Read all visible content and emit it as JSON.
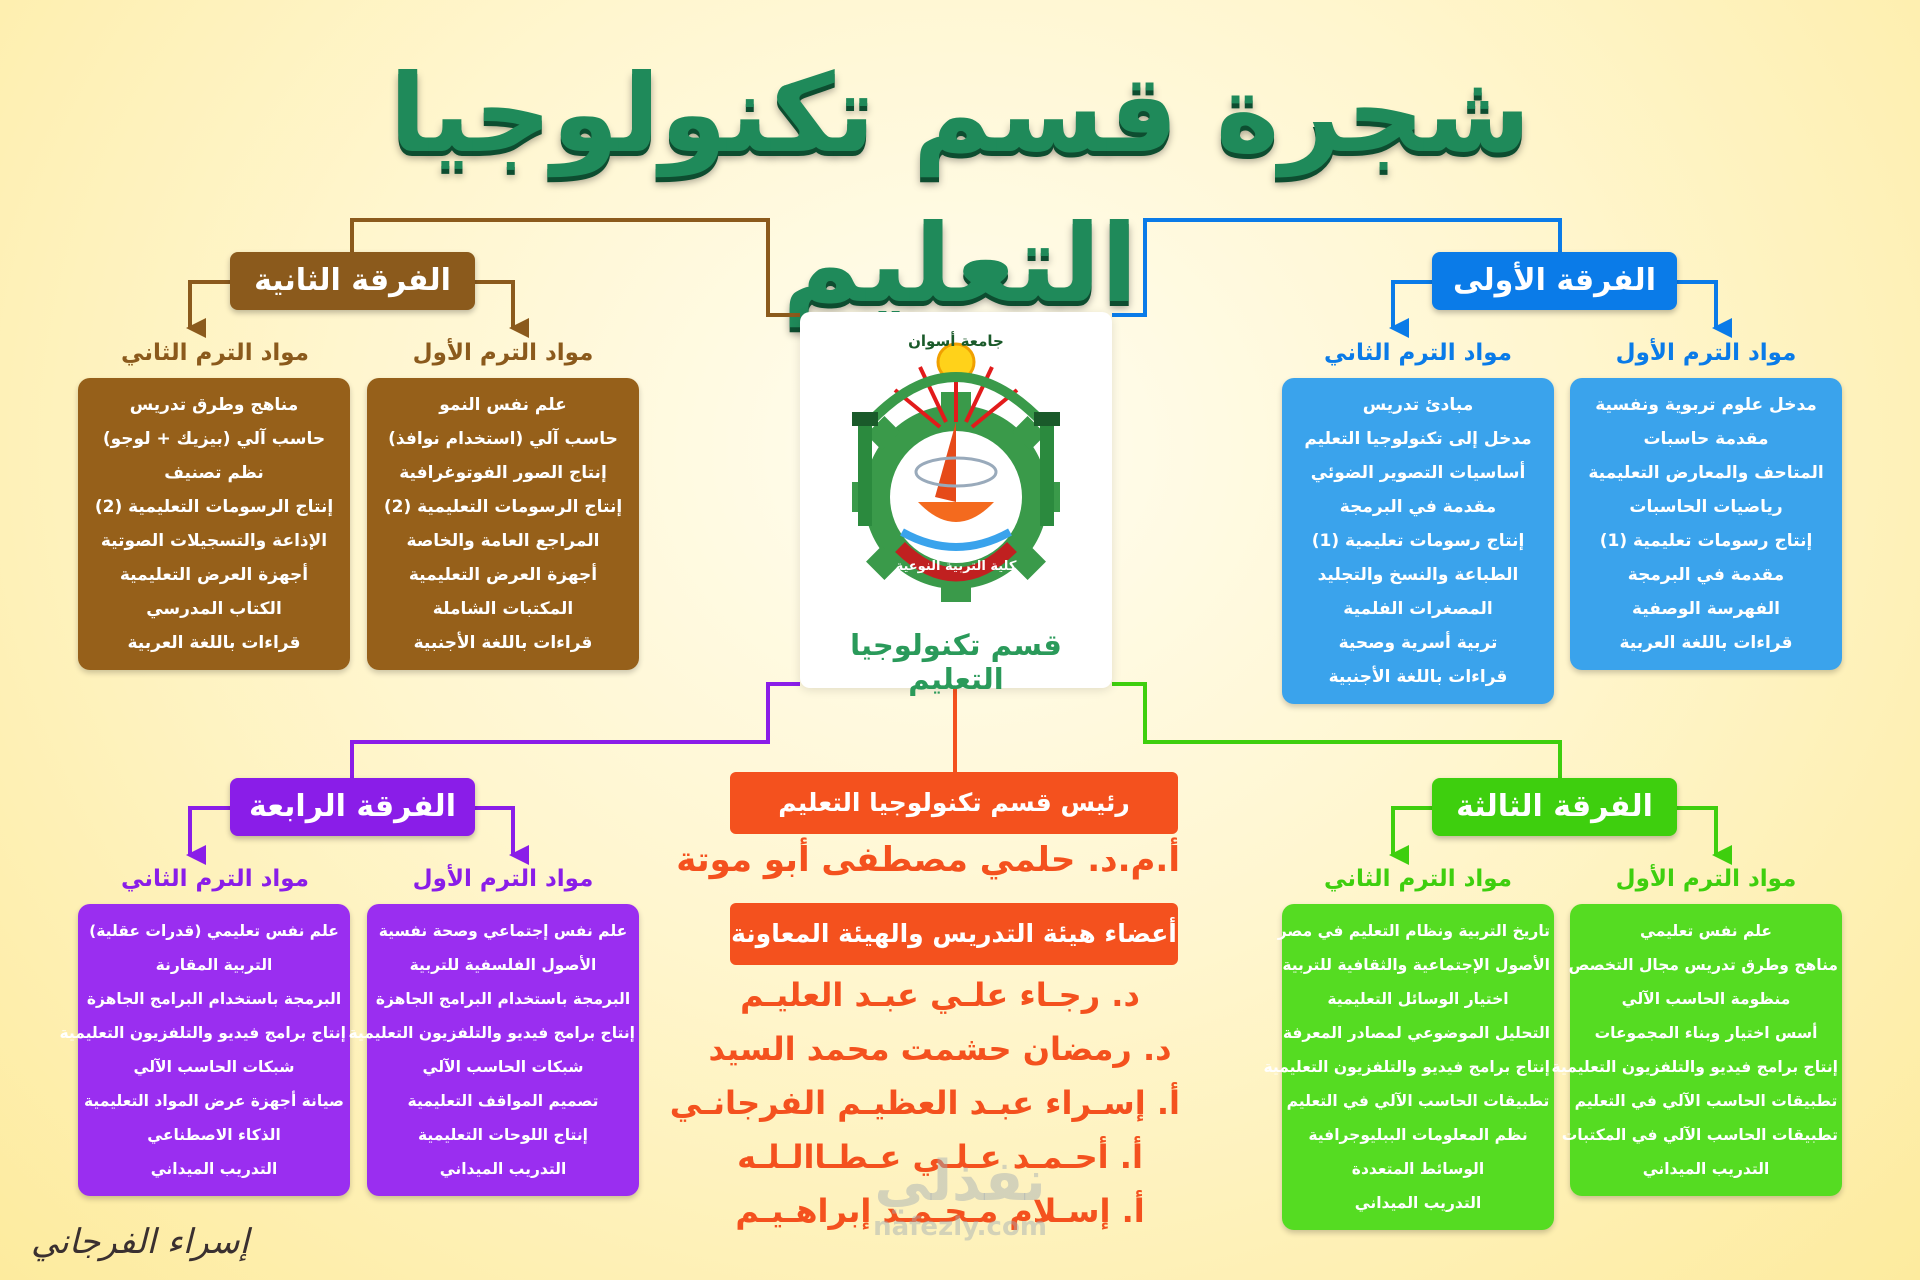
{
  "title": "شجرة قسم تكنولوجيا التعليم",
  "center": {
    "logo_text": "جامعة أسوان",
    "logo_subtext": "كلية التربية النوعية",
    "dept_label": "قسم تكنولوجيا التعليم"
  },
  "head": {
    "label": "رئيس قسم تكنولوجيا التعليم",
    "name": "أ.م.د. حلمي مصطفى أبو موتة"
  },
  "staff": {
    "label": "أعضاء هيئة التدريس والهيئة المعاونة",
    "members": [
      "د. رجـاء علـي عبـد العليـم",
      "د. رمضان حشمت محمد السيد",
      "أ. إسـراء عبـد العظيـم الفرجانـي",
      "أ. أحـمـد عـلـي عـطـاالـلـه",
      "أ. إسـلام مـحـمـد إبراهـيـم"
    ]
  },
  "levels": {
    "first": {
      "label": "الفرقة الأولى",
      "color": "#0a7be8",
      "term1_label": "مواد الترم الأول",
      "term2_label": "مواد الترم الثاني",
      "term1": [
        "مدخل علوم تربوية ونفسية",
        "مقدمة حاسبات",
        "المتاحف والمعارض التعليمية",
        "رياضيات الحاسبات",
        "إنتاج رسومات تعليمية (1)",
        "مقدمة في البرمجة",
        "الفهرسة الوصفية",
        "قراءات باللغة العربية"
      ],
      "term2": [
        "مبادئ تدريس",
        "مدخل إلى تكنولوجيا التعليم",
        "أساسيات التصوير الضوئي",
        "مقدمة في البرمجة",
        "إنتاج رسومات تعليمية (1)",
        "الطباعة والنسخ والتجليد",
        "المصغرات الفلمية",
        "تربية أسرية وصحية",
        "قراءات باللغة الأجنبية"
      ]
    },
    "second": {
      "label": "الفرقة الثانية",
      "color": "#8b5a1c",
      "term1_label": "مواد الترم الأول",
      "term2_label": "مواد الترم الثاني",
      "term1": [
        "علم نفس النمو",
        "حاسب آلي (استخدام نوافذ)",
        "إنتاج الصور الفوتوغرافية",
        "إنتاج الرسومات التعليمية (2)",
        "المراجع العامة والخاصة",
        "أجهزة العرض التعليمية",
        "المكتبات الشاملة",
        "قراءات باللغة الأجنبية"
      ],
      "term2": [
        "مناهج وطرق تدريس",
        "حاسب آلي (بيزيك + لوجو)",
        "نظم تصنيف",
        "إنتاج الرسومات التعليمية (2)",
        "الإذاعة والتسجيلات الصوتية",
        "أجهزة العرض التعليمية",
        "الكتاب المدرسي",
        "قراءات باللغة العربية"
      ]
    },
    "third": {
      "label": "الفرقة الثالثة",
      "color": "#3ecf0e",
      "term1_label": "مواد الترم الأول",
      "term2_label": "مواد الترم الثاني",
      "term1": [
        "علم نفس تعليمي",
        "مناهج وطرق تدريس مجال التخصص",
        "منظومة الحاسب الآلي",
        "أسس اختيار وبناء المجموعات",
        "إنتاج برامج فيديو والتلفزيون التعليمية",
        "تطبيقات الحاسب الآلي في التعليم",
        "تطبيقات الحاسب الآلي في المكتبات",
        "التدريب الميداني"
      ],
      "term2": [
        "تاريخ التربية ونظام التعليم في مصر",
        "الأصول الإجتماعية والثقافية للتربية",
        "اختيار الوسائل التعليمية",
        "التحليل الموضوعي لمصادر المعرفة",
        "إنتاج برامج فيديو والتلفزيون التعليمية",
        "تطبيقات الحاسب الآلي في التعليم",
        "نظم المعلومات الببليوجرافية",
        "الوسائط المتعددة",
        "التدريب الميداني"
      ]
    },
    "fourth": {
      "label": "الفرقة الرابعة",
      "color": "#8a1de8",
      "term1_label": "مواد الترم الأول",
      "term2_label": "مواد الترم الثاني",
      "term1": [
        "علم نفس إجتماعي وصحة نفسية",
        "الأصول الفلسفية للتربية",
        "البرمجة باستخدام البرامج الجاهزة",
        "إنتاج برامج فيديو والتلفزيون التعليمية",
        "شبكات الحاسب الآلي",
        "تصميم المواقف التعليمية",
        "إنتاج اللوحات التعليمية",
        "التدريب الميداني"
      ],
      "term2": [
        "علم نفس تعليمي (قدرات عقلية)",
        "التربية المقارنة",
        "البرمجة باستخدام البرامج الجاهزة",
        "إنتاج برامج فيديو والتلفزيون التعليمية",
        "شبكات الحاسب الآلي",
        "صيانة أجهزة عرض المواد التعليمية",
        "الذكاء الاصطناعي",
        "التدريب الميداني"
      ]
    }
  },
  "watermark": {
    "brand": "نفذلي",
    "url": "nafezly.com"
  },
  "signature": "إسراء الفرجاني"
}
